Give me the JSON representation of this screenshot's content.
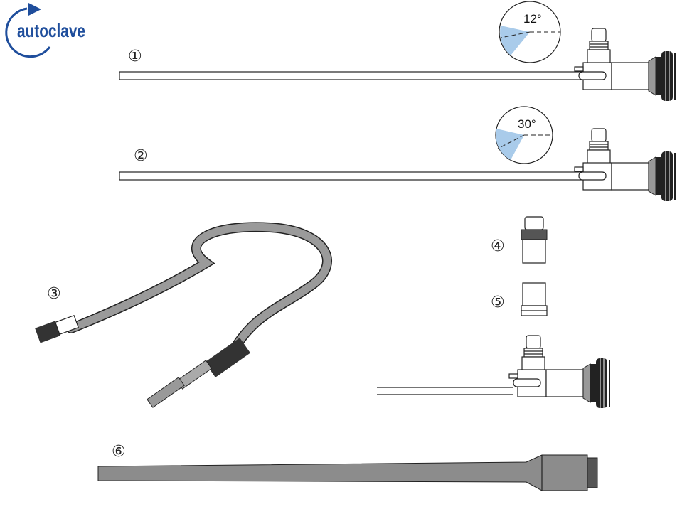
{
  "logo": {
    "text": "autoclave",
    "color": "#1f4e9c"
  },
  "items": [
    {
      "number": "①",
      "angle_label": "12°",
      "angle_deg": 12
    },
    {
      "number": "②",
      "angle_label": "30°",
      "angle_deg": 30
    },
    {
      "number": "③"
    },
    {
      "number": "④"
    },
    {
      "number": "⑤"
    },
    {
      "number": "⑥"
    }
  ],
  "colors": {
    "fov_fill": "#a9cbea",
    "cable": "#9a9a9a",
    "sheath": "#8c8c8c"
  }
}
